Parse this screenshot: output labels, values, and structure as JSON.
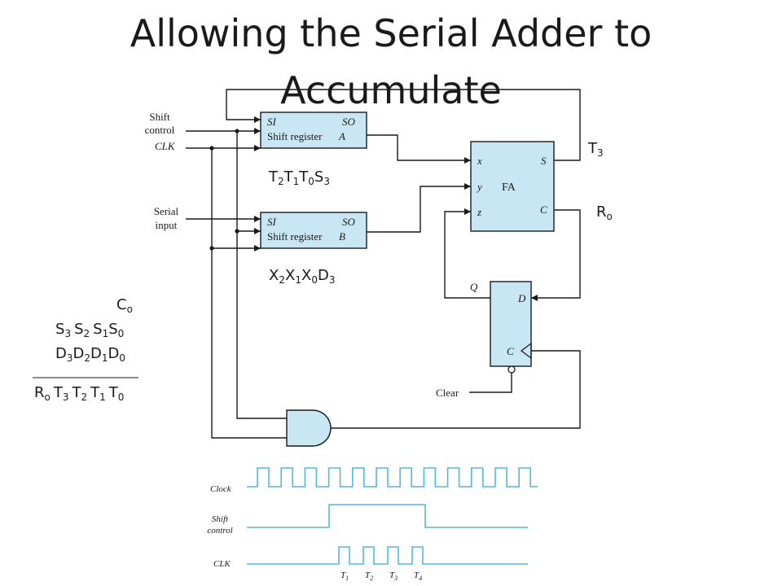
{
  "slide": {
    "title_line1": "Allowing the Serial Adder to",
    "title_line2": "Accumulate"
  },
  "circuit": {
    "inputs": {
      "shift_control_line1": "Shift",
      "shift_control_line2": "control",
      "clk": "CLK",
      "serial_input_line1": "Serial",
      "serial_input_line2": "input"
    },
    "shift_register_a": {
      "si": "SI",
      "so": "SO",
      "name": "Shift register",
      "letter": "A"
    },
    "shift_register_b": {
      "si": "SI",
      "so": "SO",
      "name": "Shift register",
      "letter": "B"
    },
    "full_adder": {
      "name": "FA",
      "x": "x",
      "y": "y",
      "z": "z",
      "s": "S",
      "c": "C"
    },
    "flip_flop": {
      "d": "D",
      "q": "Q",
      "c": "C"
    },
    "clear": "Clear"
  },
  "annotations": {
    "reg_a_contents": "T2T1T0S3",
    "reg_b_contents": "X2X1X0D3",
    "sum_out": "T3",
    "carry_out": "Ro"
  },
  "addition": {
    "row1": "Co",
    "row2": "S3 S2 S1S0",
    "row3": "D3D2D1D0",
    "row4": "Ro T3 T2 T1 T0"
  },
  "timing": {
    "clock_label": "Clock",
    "shift_label_line1": "Shift",
    "shift_label_line2": "control",
    "clk_label": "CLK",
    "clock_pulses": 12,
    "clk_pulses": 4,
    "pulse_labels": [
      "T1",
      "T2",
      "T3",
      "T4"
    ]
  },
  "colors": {
    "block_fill": "#c8e6f4",
    "waveform": "#52b9e0",
    "ink": "#1a1a1a"
  }
}
